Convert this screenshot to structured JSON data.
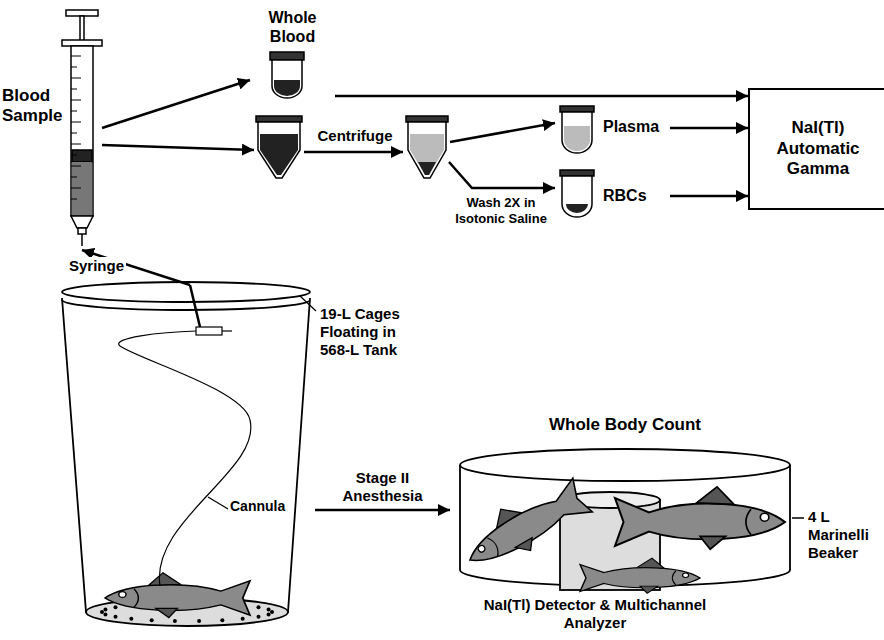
{
  "diagram": {
    "nodes": [
      {
        "text": [
          "Blood Sample"
        ]
      },
      {
        "text": [
          "Whole Blood"
        ]
      },
      {
        "text": [
          "Plasma"
        ]
      },
      {
        "text": [
          "RBCs"
        ]
      },
      {
        "text": [
          "NaI(Tl) Automatic Gamma"
        ]
      },
      {
        "text": [
          "19-L Cages Floating in 568-L Tank"
        ]
      },
      {
        "text": [
          "Whole Body Count"
        ]
      }
    ],
    "edges": [
      {
        "from": 5,
        "to": 0,
        "label": "Syringe",
        "arrow": "to"
      },
      {
        "from": 0,
        "to": 1,
        "arrow": "to"
      },
      {
        "from": 1,
        "to": 4,
        "arrow": "to"
      },
      {
        "from": 2,
        "to": 4,
        "arrow": "to"
      },
      {
        "from": 3,
        "to": 4,
        "arrow": "to"
      },
      {
        "from": 5,
        "to": 6,
        "label": "Stage II Anesthesia",
        "arrow": "to"
      }
    ],
    "labels": [
      "Centrifuge",
      "Wash 2X in Isotonic Saline",
      "Cannula",
      "4 L Marinelli Beaker",
      "NaI(Tl) Detector & Multichannel Analyzer"
    ]
  }
}
